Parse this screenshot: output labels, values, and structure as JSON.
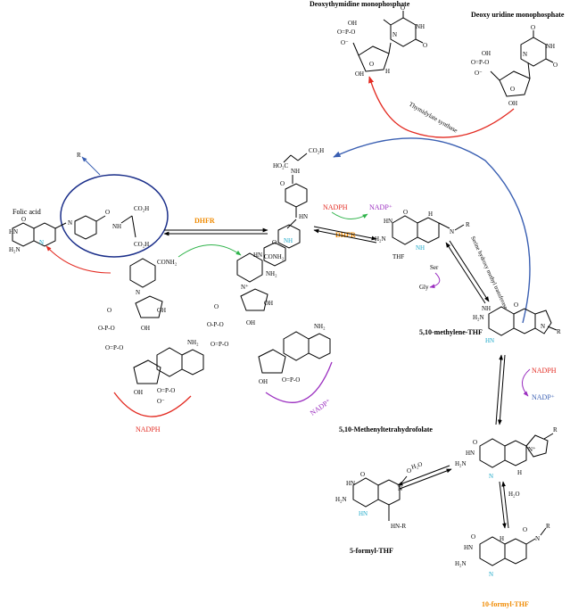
{
  "labels": {
    "dtmp": "Deoxythymidine monophosphate",
    "dump": "Deoxy uridine monophosphate",
    "thymidylate_synthase": "Thymidylate synthase",
    "folic_acid": "Folic acid",
    "r_group": "R",
    "dhfr_top": "DHFR",
    "dhfr_right": "DHFR",
    "nadph_top": "NADPH",
    "nadp_top": "NADP⁺",
    "thf": "THF",
    "ser": "Ser",
    "gly": "Gly",
    "shmt": "Serine hydroxy methyl transferase",
    "methylene_thf": "5,10-methylene-THF",
    "nadph_mid": "NADPH",
    "nadp_mid": "NADP⁺",
    "methenyl_thf": "5,10-Methenyltetrahydrofolate",
    "h2o_left": "H₂O",
    "h2o_right": "H₂O",
    "formyl5": "5-formyl-THF",
    "formyl10": "10-formyl-THF",
    "nadph_bottom": "NADPH",
    "nadp_bottom": "NADP⁺"
  },
  "colors": {
    "red_arrow": "#e32b22",
    "blue_arrow": "#3a5fb2",
    "green_arrow": "#2fb34a",
    "purple_arc": "#9b2fc0",
    "orange_label": "#f08a00",
    "cyan_nh": "#1aa7c8",
    "navy_circle": "#1b2f8a"
  }
}
